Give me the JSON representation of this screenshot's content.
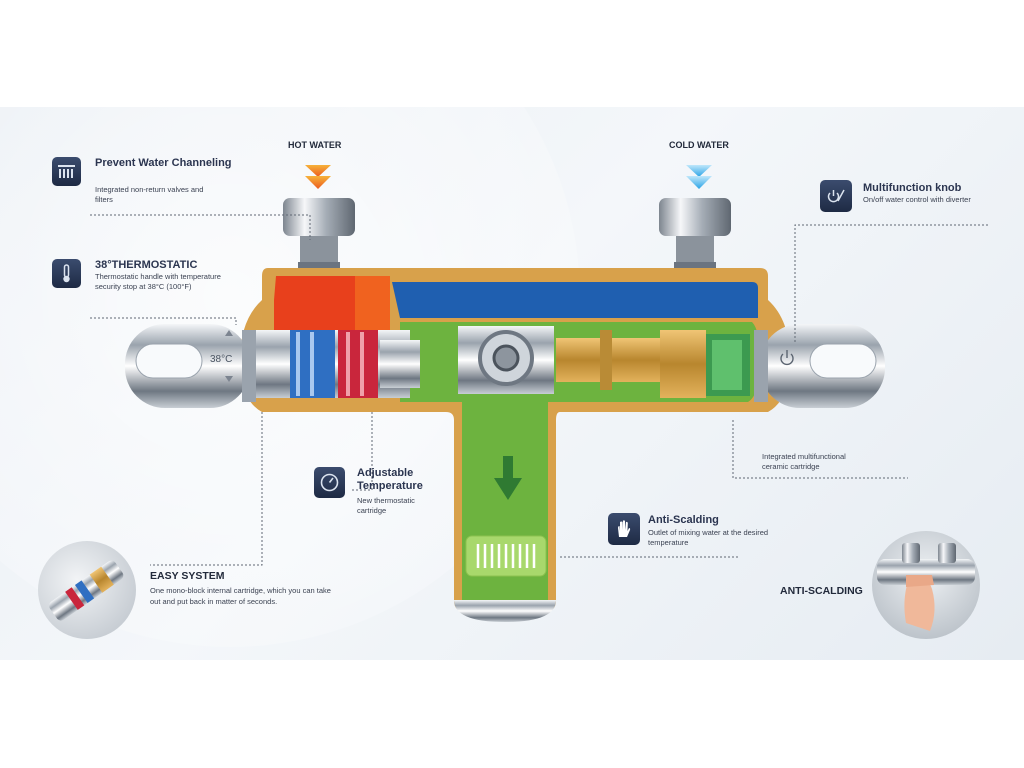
{
  "labels": {
    "hot_water": "HOT WATER",
    "cold_water": "COLD WATER",
    "temp_readout": "38°C",
    "anti_scalding_photo": "ANTI-SCALDING",
    "easy_system_title": "EASY SYSTEM",
    "easy_system_desc": "One mono-block internal cartridge, which you can take out and put back in matter of seconds."
  },
  "features": [
    {
      "title": "Prevent Water Channeling",
      "desc": "Integrated non-return valves  and filters",
      "icon": "filter-icon"
    },
    {
      "title": "38°THERMOSTATIC",
      "desc": "Thermostatic handle with temperature security stop at 38°C (100°F)",
      "icon": "thermometer-icon"
    },
    {
      "title": "Adjustable Temperature",
      "desc": "New thermostatic cartridge",
      "icon": "gauge-icon"
    },
    {
      "title": "Anti-Scalding",
      "desc": "Outlet of mixing water at the desired temperature",
      "icon": "hand-icon"
    },
    {
      "title": "Multifunction knob",
      "desc": "On/off water control with diverter",
      "icon": "power-knob-icon"
    }
  ],
  "callouts": {
    "ceramic_cartridge": "Integrated multifunctional ceramic cartridge"
  },
  "colors": {
    "hot": "#e8401c",
    "cold": "#1f5fb0",
    "mixed": "#6db33f",
    "brass": "#d9a24a",
    "icon_bg": "#2a3755"
  }
}
